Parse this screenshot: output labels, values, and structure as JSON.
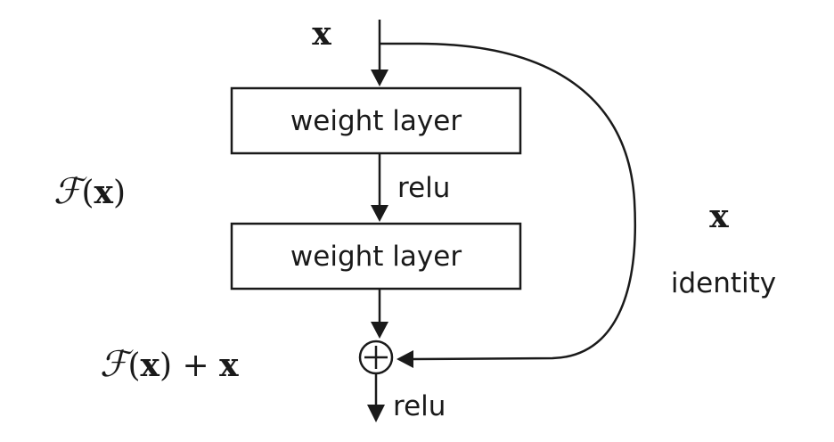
{
  "nodes": {
    "input_label": "x",
    "layer1_label": "weight layer",
    "relu1_label": "relu",
    "layer2_label": "weight layer",
    "add_symbol": "+",
    "relu2_label": "relu"
  },
  "labels": {
    "residual_fn": {
      "script": "ℱ",
      "open": "(",
      "var": "x",
      "close": ")"
    },
    "block_output": {
      "script": "ℱ",
      "open": "(",
      "var": "x",
      "close": ")",
      "plus": " + ",
      "var2": "x"
    },
    "shortcut_var": "x",
    "shortcut_name": "identity"
  }
}
